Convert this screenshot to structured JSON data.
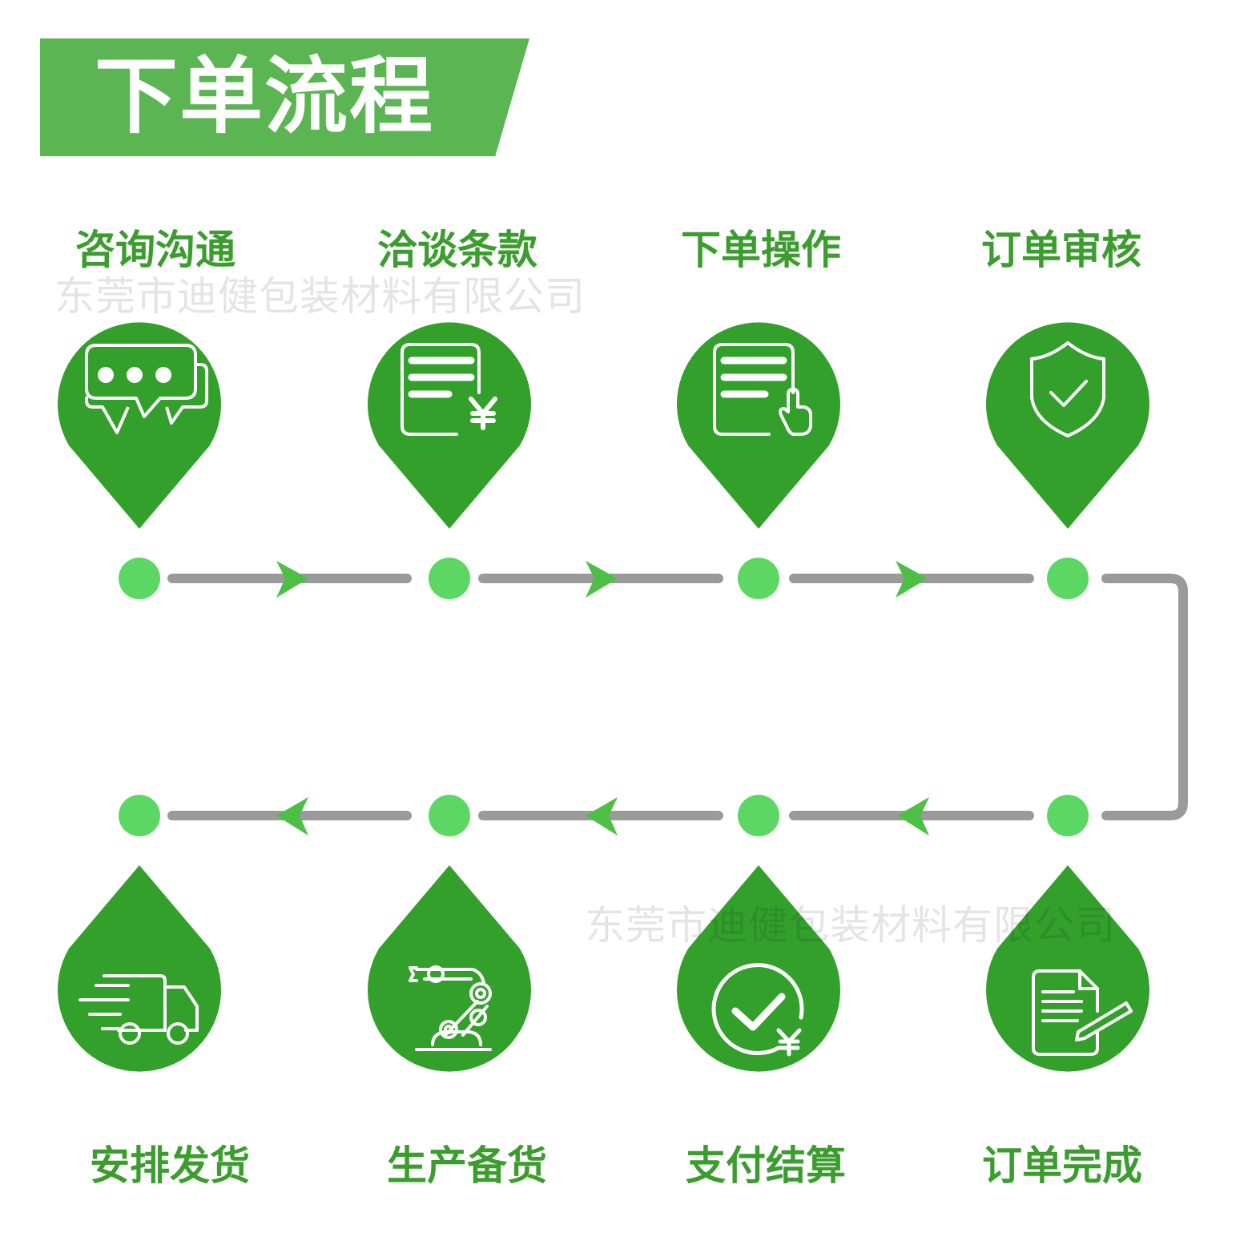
{
  "title": "下单流程",
  "watermark": "东莞市迪健包装材料有限公司",
  "colors": {
    "banner": "#5bb553",
    "pin": "#33a02c",
    "dot": "#5dd764",
    "arrow": "#4cbf44",
    "line": "#9a9a9a",
    "label": "#3b9d2d"
  },
  "steps": [
    {
      "label": "咨询沟通",
      "icon": "chat-bubbles-icon"
    },
    {
      "label": "洽谈条款",
      "icon": "document-yen-icon"
    },
    {
      "label": "下单操作",
      "icon": "document-click-icon"
    },
    {
      "label": "订单审核",
      "icon": "shield-check-icon"
    },
    {
      "label": "订单完成",
      "icon": "document-pen-icon"
    },
    {
      "label": "支付结算",
      "icon": "check-yen-icon"
    },
    {
      "label": "生产备货",
      "icon": "robot-arm-icon"
    },
    {
      "label": "安排发货",
      "icon": "delivery-truck-icon"
    }
  ]
}
